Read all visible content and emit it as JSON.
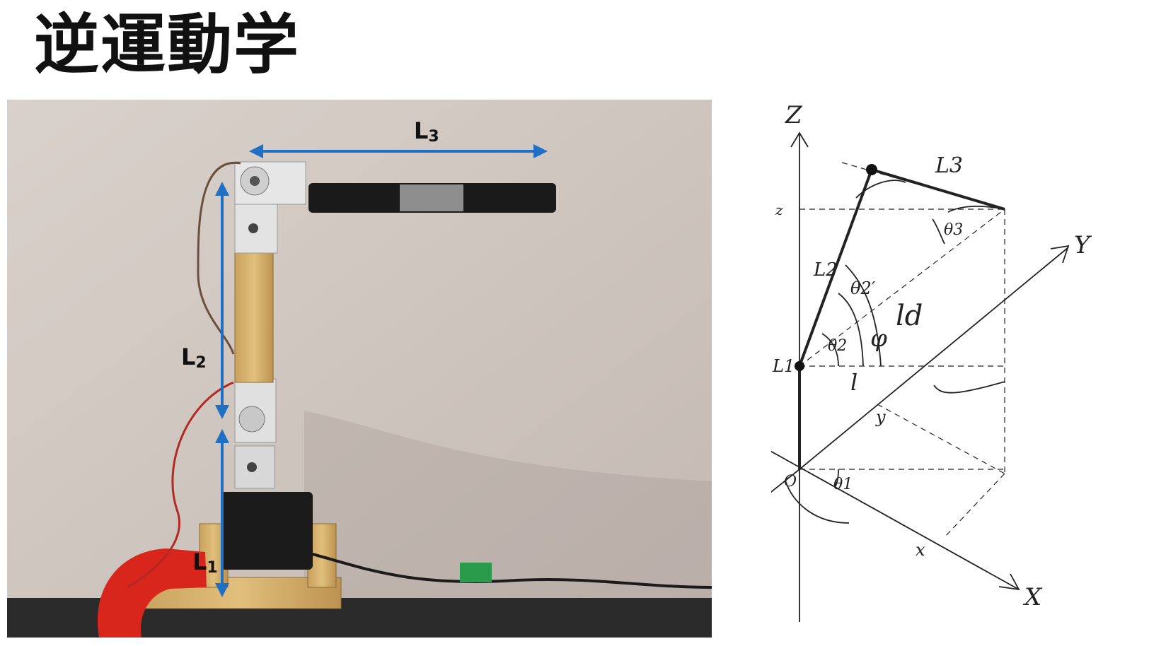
{
  "title": "逆運動学",
  "photo": {
    "labels": {
      "l1": "L",
      "l1_sub": "1",
      "l2": "L",
      "l2_sub": "2",
      "l3": "L",
      "l3_sub": "3"
    },
    "arrow_color": "#1f6fc4"
  },
  "sketch": {
    "axis_z": "Z",
    "axis_y": "Y",
    "axis_x": "X",
    "origin": "O",
    "joint": "L1",
    "link2": "L2",
    "link3": "L3",
    "theta1": "θ1",
    "theta2": "θ2",
    "theta2p": "θ2′",
    "theta3": "θ3",
    "phi": "φ",
    "ld": "ld",
    "l": "l",
    "z": "z",
    "y": "y",
    "x": "x"
  }
}
